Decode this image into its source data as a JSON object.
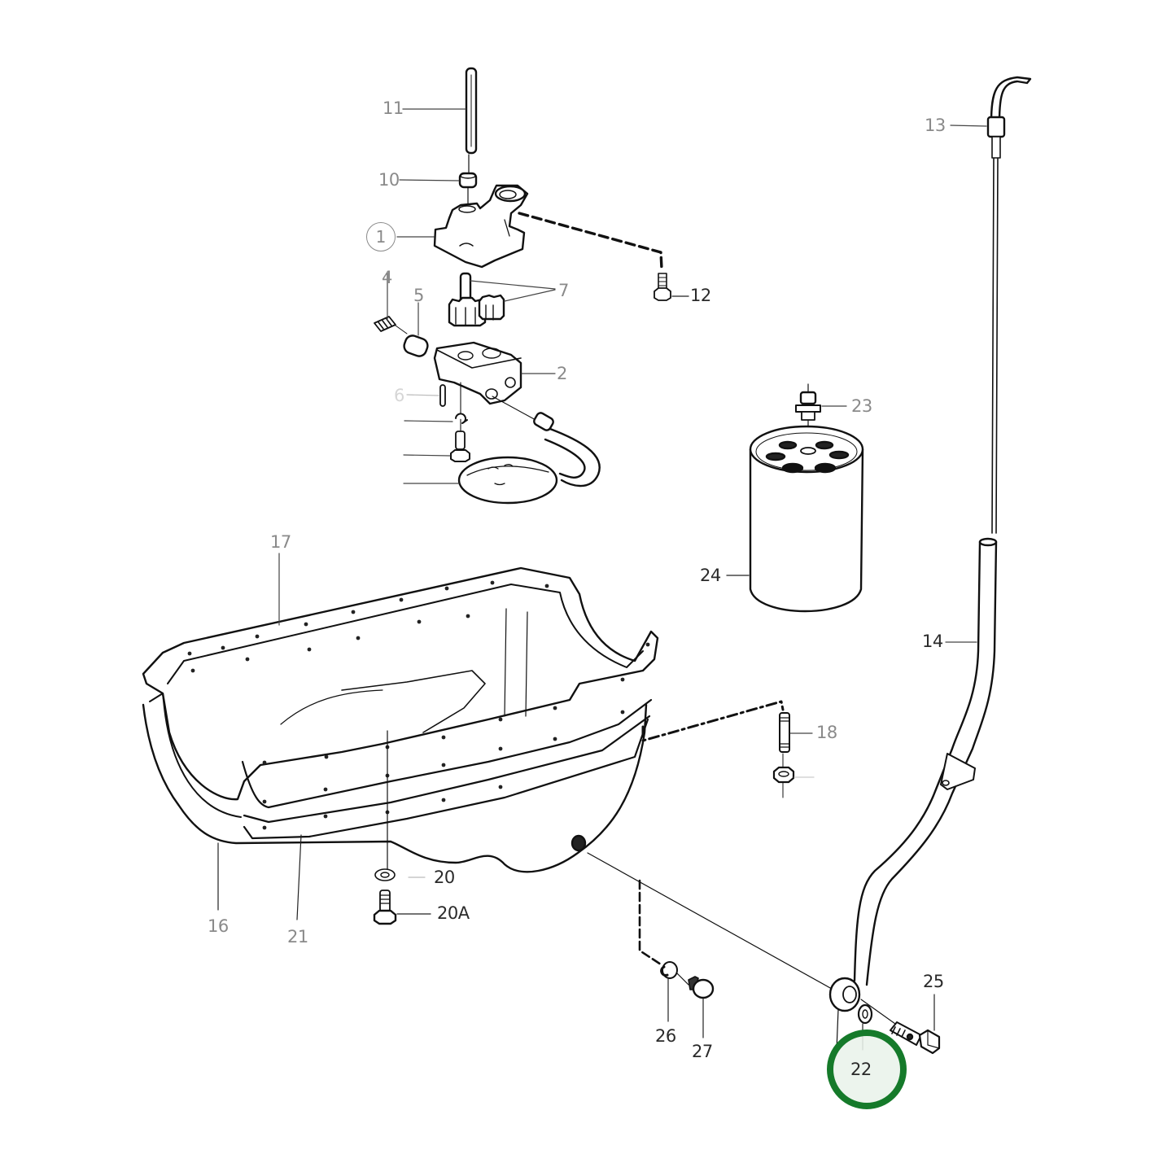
{
  "diagram": {
    "title": "Engine lubrication system exploded parts diagram",
    "highlight_color": "#157a2a",
    "highlight_fill": "#e9f2ea",
    "highlighted_part": "22",
    "parts": [
      {
        "id": "1",
        "label": "1",
        "name": "oil pump housing",
        "circled": true
      },
      {
        "id": "2",
        "label": "2",
        "name": "oil pump body"
      },
      {
        "id": "4",
        "label": "4",
        "name": "relief valve spring"
      },
      {
        "id": "5",
        "label": "5",
        "name": "relief valve plunger"
      },
      {
        "id": "6",
        "label": "6",
        "name": "pin"
      },
      {
        "id": "7",
        "label": "7",
        "name": "pump gears"
      },
      {
        "id": "10",
        "label": "10",
        "name": "bushing"
      },
      {
        "id": "11",
        "label": "11",
        "name": "drive shaft"
      },
      {
        "id": "12",
        "label": "12",
        "name": "bolt"
      },
      {
        "id": "13",
        "label": "13",
        "name": "dipstick"
      },
      {
        "id": "14",
        "label": "14",
        "name": "dipstick tube"
      },
      {
        "id": "16",
        "label": "16",
        "name": "oil pan"
      },
      {
        "id": "17",
        "label": "17",
        "name": "oil pan gasket"
      },
      {
        "id": "18",
        "label": "18",
        "name": "stud"
      },
      {
        "id": "20",
        "label": "20",
        "name": "washer"
      },
      {
        "id": "20A",
        "label": "20A",
        "name": "bolt"
      },
      {
        "id": "21",
        "label": "21",
        "name": "reinforcement strip"
      },
      {
        "id": "22",
        "label": "22",
        "name": "sealing washer"
      },
      {
        "id": "23",
        "label": "23",
        "name": "filter nipple"
      },
      {
        "id": "24",
        "label": "24",
        "name": "oil filter"
      },
      {
        "id": "25",
        "label": "25",
        "name": "banjo bolt"
      },
      {
        "id": "26",
        "label": "26",
        "name": "drain plug washer"
      },
      {
        "id": "27",
        "label": "27",
        "name": "drain plug"
      }
    ]
  },
  "labels": {
    "p1": "1",
    "p2": "2",
    "p4": "4",
    "p5": "5",
    "p6": "6",
    "p7": "7",
    "p10": "10",
    "p11": "11",
    "p12": "12",
    "p13": "13",
    "p14": "14",
    "p16": "16",
    "p17": "17",
    "p18": "18",
    "p20": "20",
    "p20A": "20A",
    "p21": "21",
    "p22": "22",
    "p23": "23",
    "p24": "24",
    "p25": "25",
    "p26": "26",
    "p27": "27"
  }
}
